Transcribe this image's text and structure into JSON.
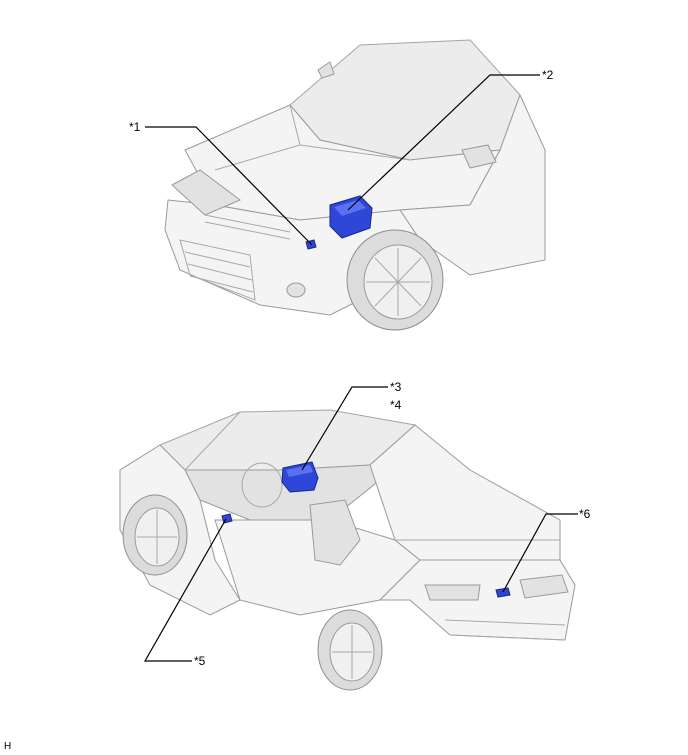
{
  "callouts": [
    {
      "id": "c1",
      "label": "*1"
    },
    {
      "id": "c2",
      "label": "*2"
    },
    {
      "id": "c3",
      "label": "*3"
    },
    {
      "id": "c4",
      "label": "*4"
    },
    {
      "id": "c5",
      "label": "*5"
    },
    {
      "id": "c6",
      "label": "*6"
    }
  ],
  "figure_code": "H",
  "colors": {
    "highlight_part": "#2f47d8",
    "vehicle_body": "#f4f4f4",
    "outline": "#9a9a9a"
  }
}
